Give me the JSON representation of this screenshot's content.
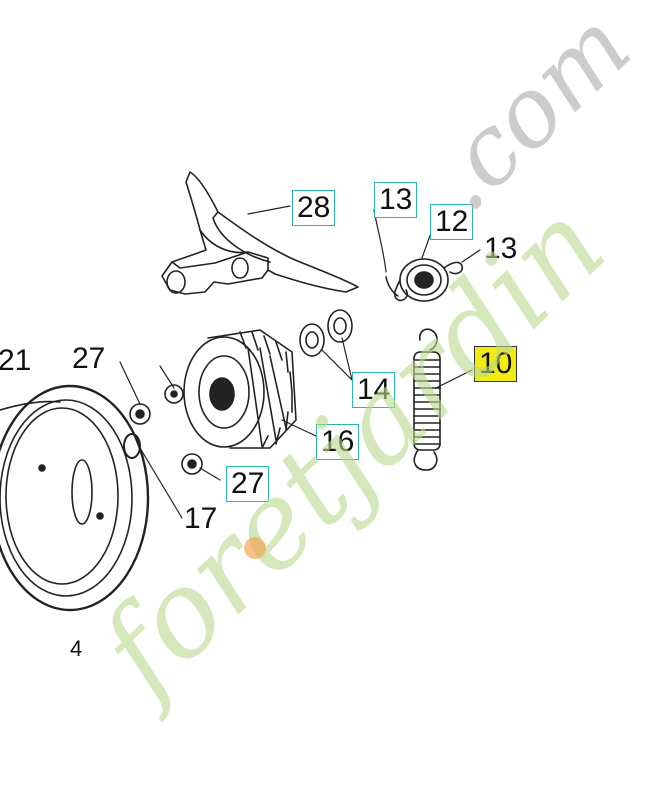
{
  "callouts": [
    {
      "id": "c21",
      "label": "21",
      "boxed": false,
      "highlight": false
    },
    {
      "id": "c27a",
      "label": "27",
      "boxed": false,
      "highlight": false
    },
    {
      "id": "c28",
      "label": "28",
      "boxed": true,
      "highlight": false
    },
    {
      "id": "c13a",
      "label": "13",
      "boxed": true,
      "highlight": false
    },
    {
      "id": "c12",
      "label": "12",
      "boxed": true,
      "highlight": false
    },
    {
      "id": "c13b",
      "label": "13",
      "boxed": false,
      "highlight": false
    },
    {
      "id": "c10",
      "label": "10",
      "boxed": false,
      "highlight": true
    },
    {
      "id": "c14",
      "label": "14",
      "boxed": true,
      "highlight": false
    },
    {
      "id": "c16",
      "label": "16",
      "boxed": true,
      "highlight": false
    },
    {
      "id": "c27b",
      "label": "27",
      "boxed": true,
      "highlight": false
    },
    {
      "id": "c17",
      "label": "17",
      "boxed": false,
      "highlight": false
    },
    {
      "id": "c4",
      "label": "4",
      "boxed": false,
      "highlight": false
    }
  ],
  "watermark": {
    "text": "foretjardin",
    "suffix": ".com",
    "colors": {
      "text": "#b9d990",
      "dot": "#f3a04a",
      "suffix": "#b7b7b7"
    }
  },
  "colors": {
    "line": "#222222",
    "callout_border": "#2bb3b0",
    "highlight": "#f3ec10"
  }
}
